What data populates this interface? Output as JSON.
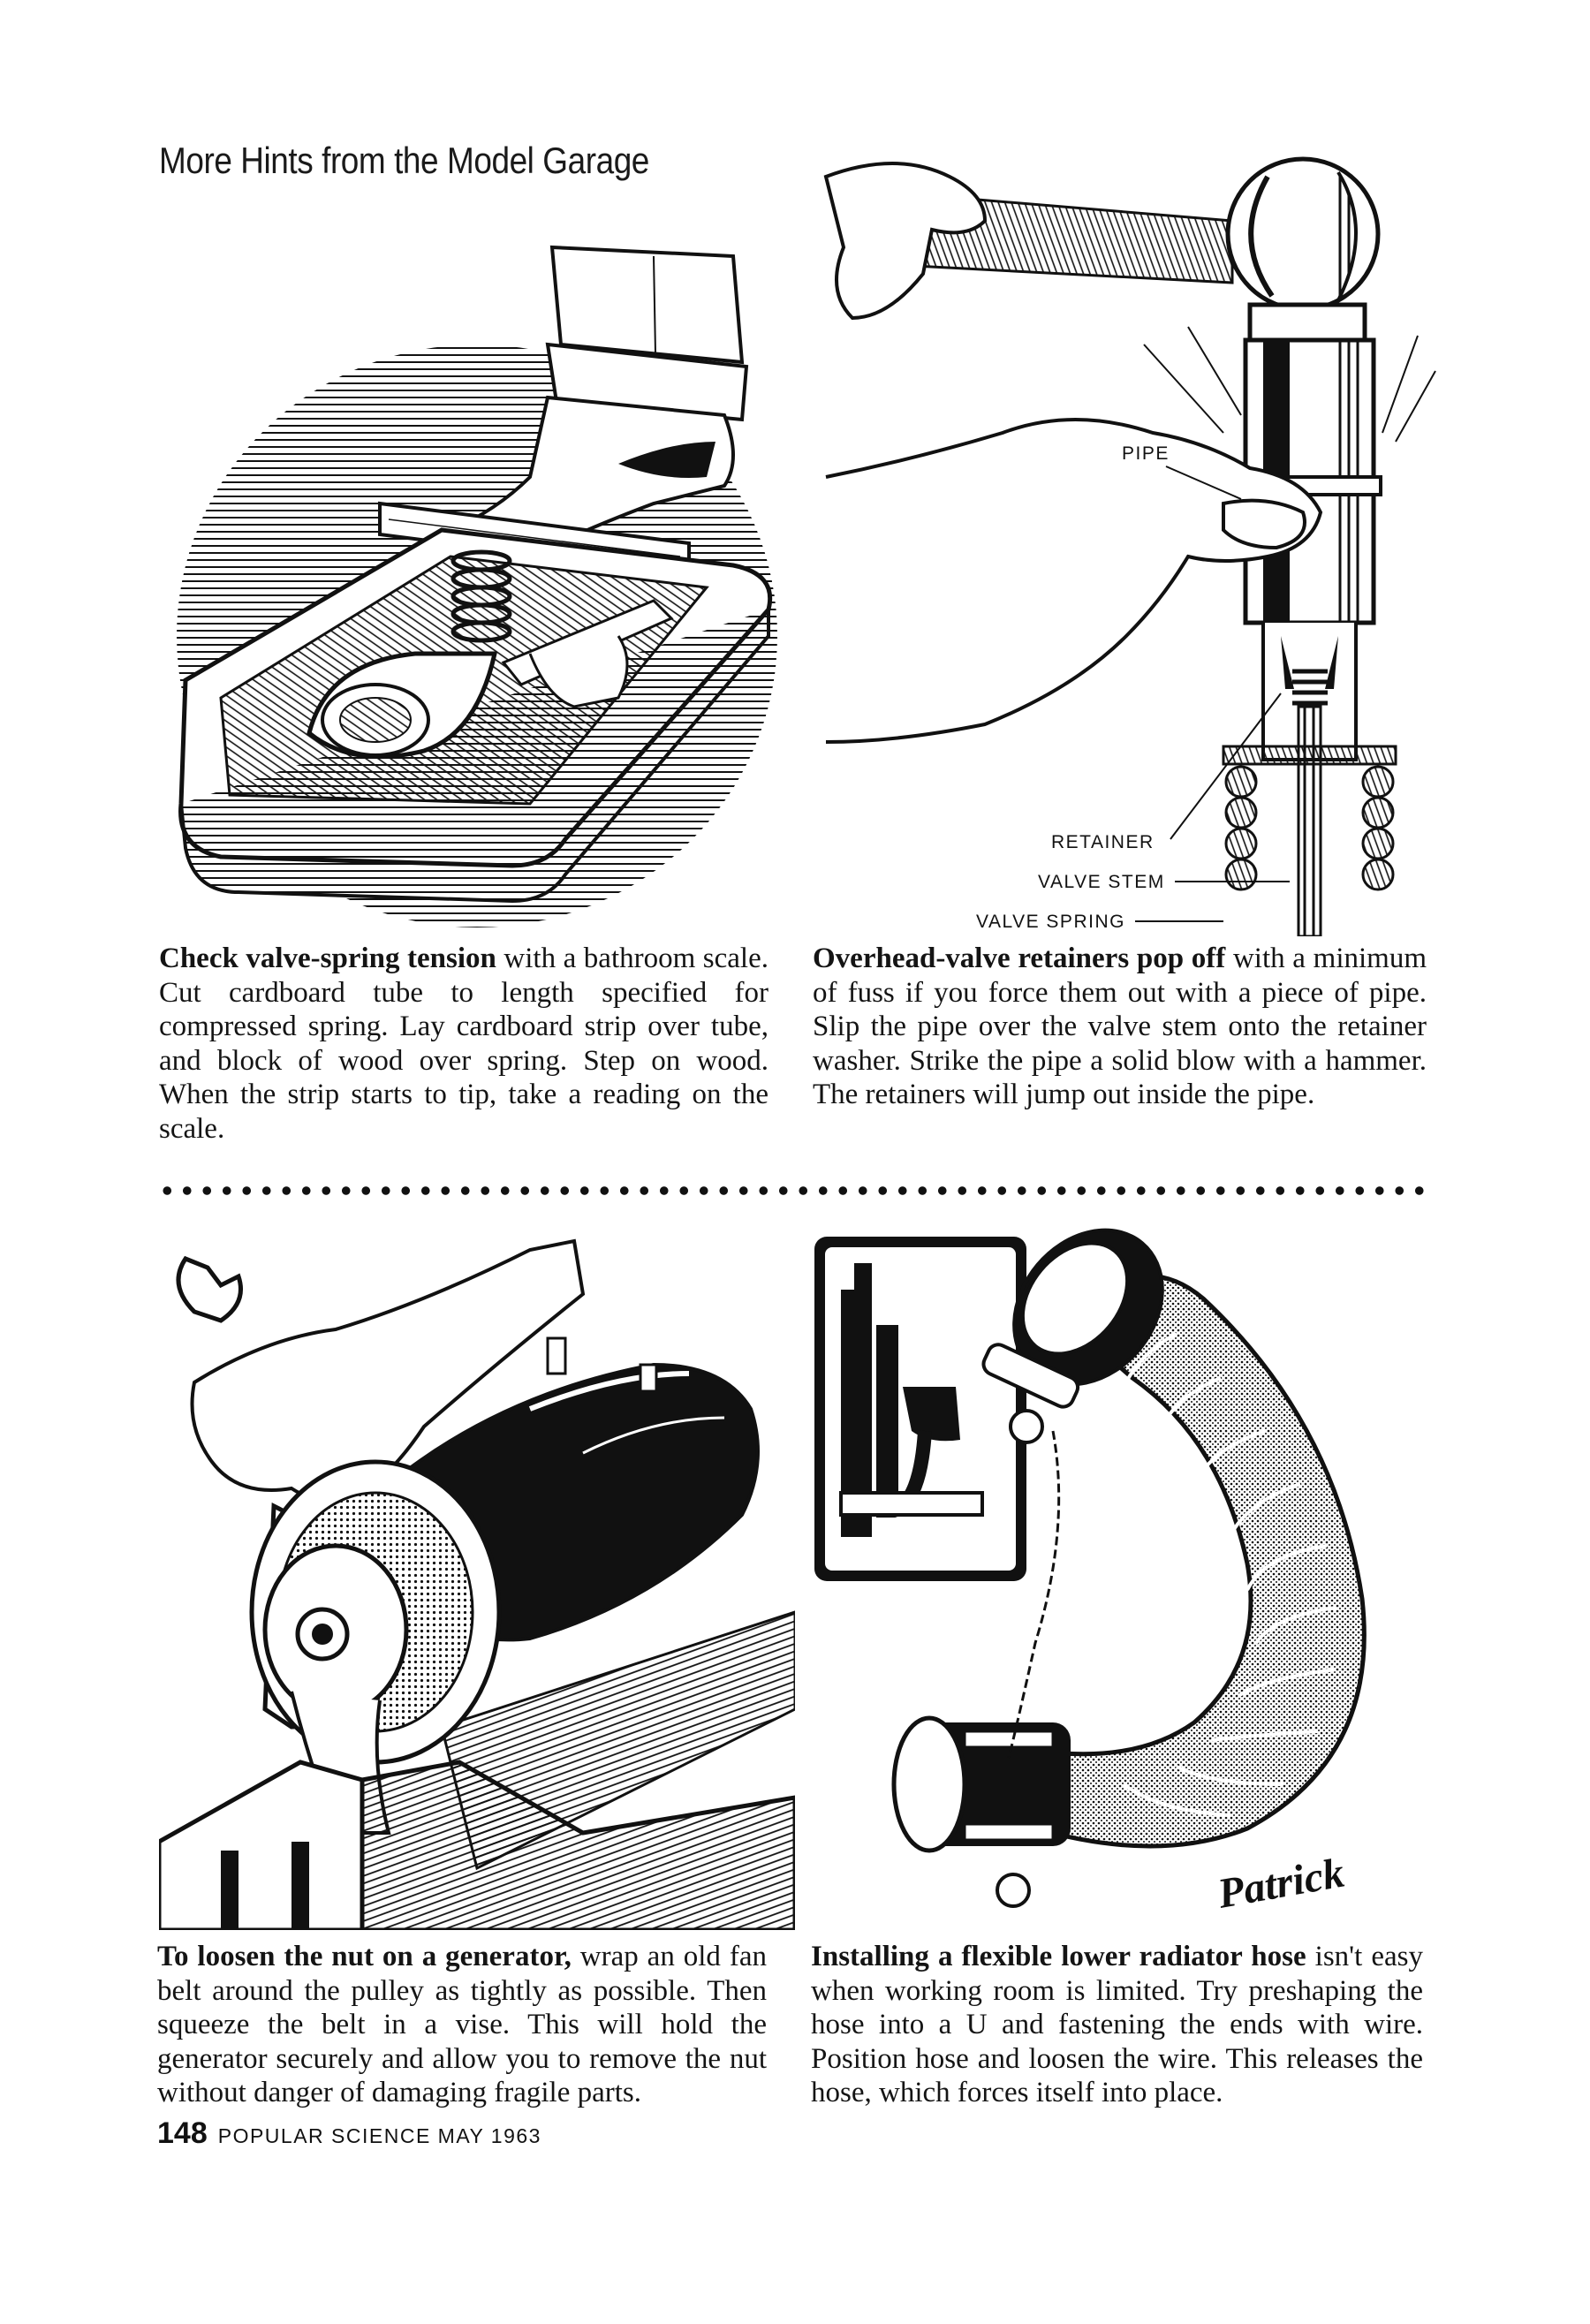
{
  "header": {
    "title": "More Hints from the Model Garage"
  },
  "panels": [
    {
      "id": "valve-spring-scale",
      "bold": "Check valve-spring tension",
      "text": " with a bathroom scale. Cut cardboard tube to length specified for compressed spring. Lay cardboard strip over tube, and block of wood over spring. Step on wood. When the strip starts to tip, take a reading on the scale."
    },
    {
      "id": "overhead-valve-retainers",
      "bold": "Overhead-valve retainers pop off",
      "text": " with a minimum of fuss if you force them out with a piece of pipe. Slip the pipe over the valve stem onto the retainer washer. Strike the pipe a solid blow with a hammer. The retainers will jump out inside the pipe.",
      "labels": {
        "pipe": "PIPE",
        "retainer": "RETAINER",
        "valve_stem": "VALVE STEM",
        "valve_spring": "VALVE SPRING"
      }
    },
    {
      "id": "generator-nut",
      "bold": "To loosen the nut on a generator,",
      "text": " wrap an old fan belt around the pulley as tightly as possible. Then squeeze the belt in a vise. This will hold the generator securely and allow you to remove the nut without danger of damaging fragile parts."
    },
    {
      "id": "radiator-hose",
      "bold": "Installing a flexible lower radiator hose",
      "text": " isn't easy when working room is limited. Try preshaping the hose into a U and fastening the ends with wire. Position hose and loosen the wire. This releases the hose, which forces itself into place.",
      "signature": "Patrick"
    }
  ],
  "footer": {
    "page_number": "148",
    "publication": "POPULAR SCIENCE MAY 1963"
  }
}
